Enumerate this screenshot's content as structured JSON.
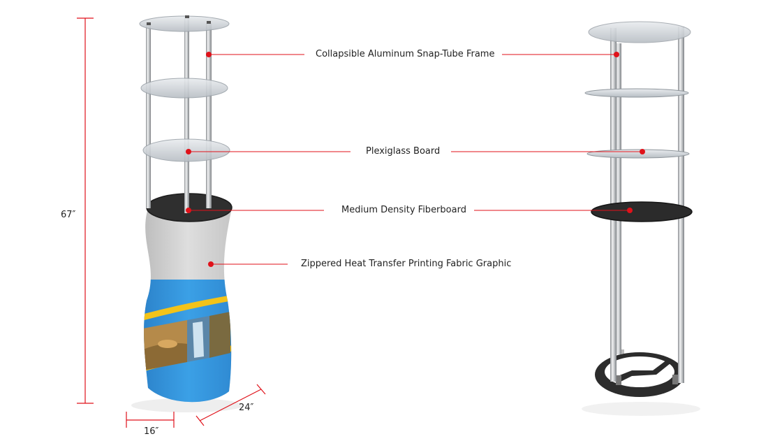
{
  "callouts": [
    {
      "id": "frame",
      "text": "Collapsible Aluminum Snap-Tube Frame"
    },
    {
      "id": "plexi",
      "text": "Plexiglass Board"
    },
    {
      "id": "mdf",
      "text": "Medium Density Fiberboard"
    },
    {
      "id": "fabric",
      "text": "Zippered Heat Transfer Printing Fabric Graphic"
    }
  ],
  "dimensions": {
    "height": "67″",
    "width": "16″",
    "depth": "24″"
  },
  "colors": {
    "callout_line": "#e0121a",
    "dimension_line": "#e0121a",
    "graphic_blue": "#2f8ed6",
    "graphic_yellow": "#f3c319",
    "board_dark": "#2b2b2b"
  }
}
